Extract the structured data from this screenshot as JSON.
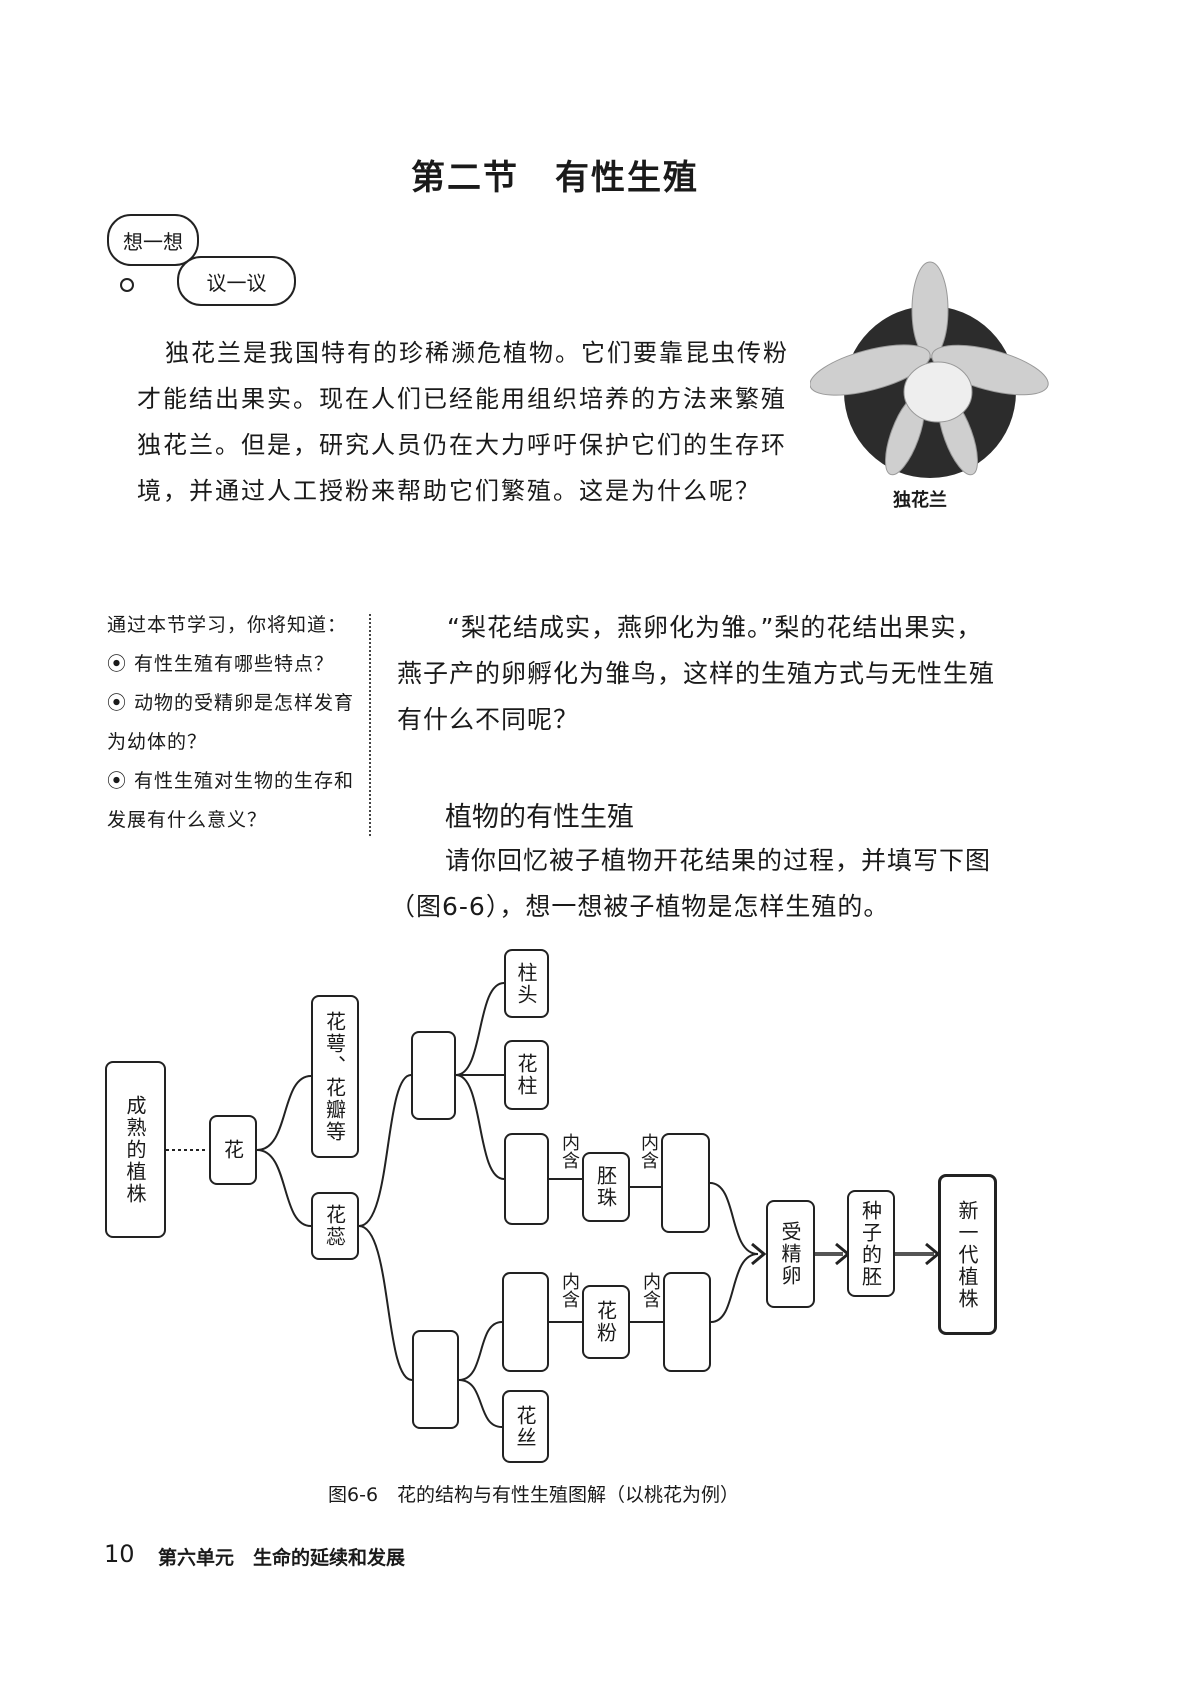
{
  "title": "第二节　有性生殖",
  "think": {
    "bubble1": "想一想",
    "bubble2": "议一议"
  },
  "intro": "独花兰是我国特有的珍稀濒危植物。它们要靠昆虫传粉才能结出果实。现在人们已经能用组织培养的方法来繁殖独花兰。但是，研究人员仍在大力呼吁保护它们的生存环境，并通过人工授粉来帮助它们繁殖。这是为什么呢？",
  "photo_caption": "独花兰",
  "sidebar": {
    "heading": "通过本节学习，你将知道：",
    "items": [
      "有性生殖有哪些特点？",
      "动物的受精卵是怎样发育为幼体的？",
      "有性生殖对生物的生存和发展有什么意义？"
    ]
  },
  "main_para": "“梨花结成实，燕卵化为雏。”梨的花结出果实，燕子产的卵孵化为雏鸟，这样的生殖方式与无性生殖有什么不同呢？",
  "subheading": "植物的有性生殖",
  "sub_para": "请你回忆被子植物开花结果的过程，并填写下图（图6-6），想一想被子植物是怎样生殖的。",
  "diagram": {
    "nodes": {
      "plant": "成熟的植株",
      "flower": "花",
      "sepal": "花萼、花瓣等",
      "stamen_pistil": "花蕊",
      "stigma": "柱头",
      "style": "花柱",
      "ovule": "胚珠",
      "pollen": "花粉",
      "filament": "花丝",
      "zygote": "受精卵",
      "embryo": "种子的胚",
      "new_plant": "新一代植株"
    },
    "contains": [
      "内含",
      "内含",
      "内含",
      "内含"
    ]
  },
  "caption": "图6-6　花的结构与有性生殖图解（以桃花为例）",
  "footer": {
    "page": "10",
    "unit": "第六单元　生命的延续和发展"
  }
}
